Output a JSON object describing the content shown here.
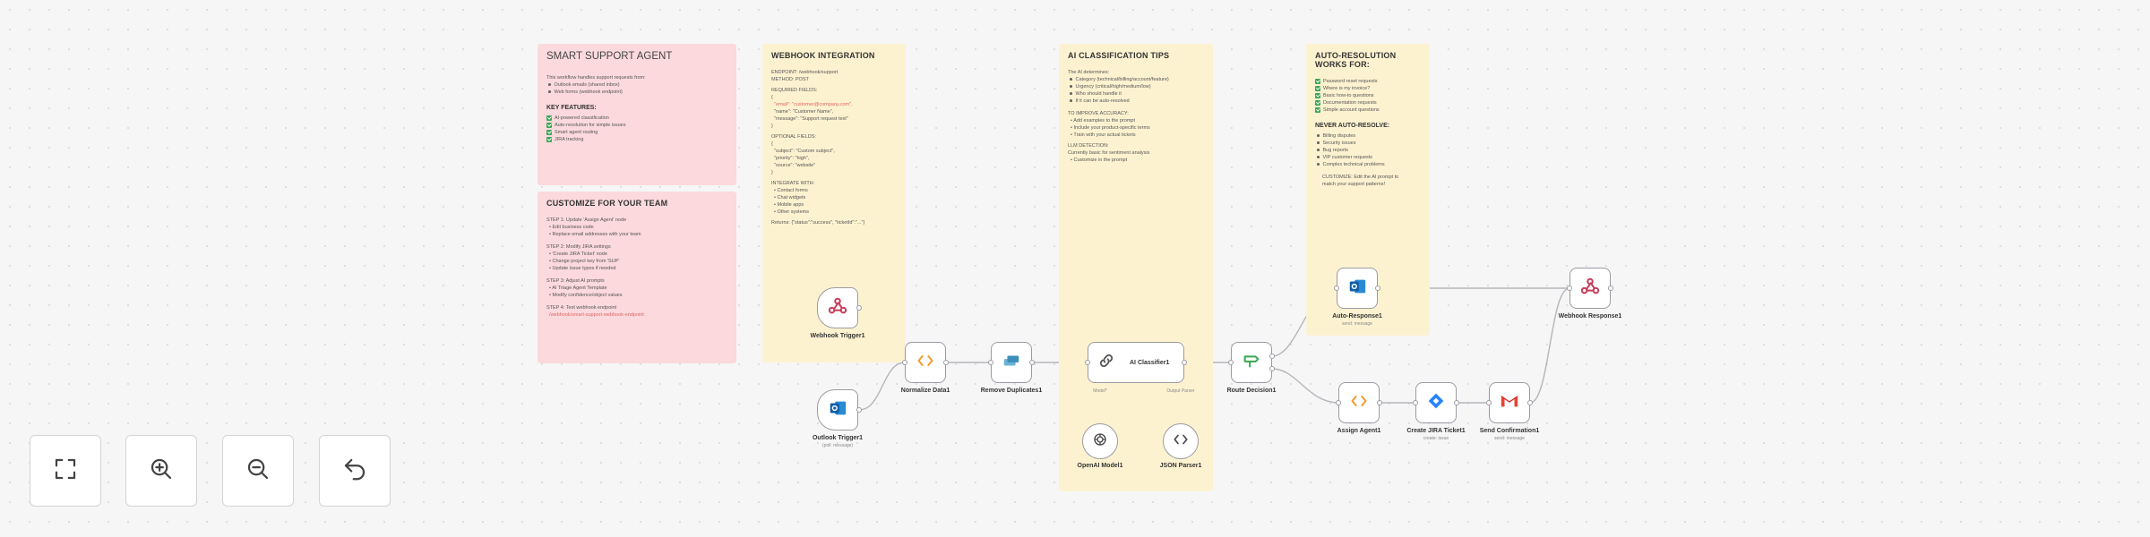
{
  "notes": {
    "smart": {
      "title": "SMART SUPPORT AGENT",
      "intro": "This workflow handles support requests from:",
      "sources": [
        "Outlook emails (shared inbox)",
        "Web forms (webhook endpoint)"
      ],
      "features_heading": "KEY FEATURES:",
      "features": [
        "AI-powered classification",
        "Auto-resolution for simple issues",
        "Smart agent routing",
        "JIRA tracking"
      ]
    },
    "customize": {
      "title": "CUSTOMIZE FOR YOUR TEAM",
      "lines": [
        "STEP 1: Update 'Assign Agent' node",
        "  • Edit business code",
        "  • Replace email addresses with your team",
        "STEP 2: Modify JIRA settings",
        "  • 'Create JIRA Ticket' node",
        "  • Change project key from 'SUP'",
        "  • Update issue types if needed",
        "STEP 3: Adjust AI prompts",
        "  • AI Triage Agent Template",
        "  • Modify confidence/object values",
        "STEP 4: Test webhook endpoint",
        "  /webhook/smart-support-webhook-endpoint"
      ]
    },
    "webhook": {
      "title": "WEBHOOK INTEGRATION",
      "lines": [
        "ENDPOINT: /webhook/support",
        "METHOD: POST",
        "",
        "REQUIRED FIELDS:",
        "{",
        "  \"email\": \"customer@company.com\",",
        "  \"name\": \"Customer Name\",",
        "  \"message\": \"Support request text\"",
        "}",
        "",
        "OPTIONAL FIELDS:",
        "{",
        "  \"subject\": \"Custom subject\",",
        "  \"priority\": \"high\",",
        "  \"source\": \"website\"",
        "}",
        "",
        "INTEGRATE WITH:",
        "  • Contact forms",
        "  • Chat widgets",
        "  • Mobile apps",
        "  • Other systems",
        "",
        "Returns: {\"status\":\"success\", \"ticketId\":\"...\"}"
      ]
    },
    "ai_tips": {
      "title": "AI CLASSIFICATION TIPS",
      "intro": "The AI determines:",
      "points": [
        "Category (technical/billing/account/feature)",
        "Urgency (critical/high/medium/low)",
        "Who should handle it",
        "If it can be auto-resolved"
      ],
      "lines": [
        "TO IMPROVE ACCURACY:",
        "  • Add examples to the prompt",
        "  • Include your product-specific terms",
        "  • Train with your actual tickets",
        "",
        "LLM DETECTION:",
        "Currently basic for sentiment analysis",
        "  • Customize in the prompt"
      ]
    },
    "auto_res": {
      "title": "AUTO-RESOLUTION WORKS FOR:",
      "works": [
        "Password reset requests",
        "Where is my invoice?",
        "Basic how-to questions",
        "Documentation requests",
        "Simple account questions"
      ],
      "never_heading": "NEVER AUTO-RESOLVE:",
      "never": [
        "Billing disputes",
        "Security issues",
        "Bug reports",
        "VIP customer requests",
        "Complex technical problems"
      ],
      "footer": [
        "CUSTOMIZE: Edit the AI prompt to",
        "match your support patterns!"
      ]
    }
  },
  "nodes": {
    "webhook_trigger": {
      "label": "Webhook Trigger1",
      "icon": "webhook-icon"
    },
    "outlook_trigger": {
      "label": "Outlook Trigger1",
      "sub": "(poll: message)",
      "icon": "outlook-icon"
    },
    "normalize": {
      "label": "Normalize Data1",
      "icon": "code-icon"
    },
    "remove_dup": {
      "label": "Remove Duplicates1",
      "icon": "remove-duplicates-icon"
    },
    "classifier": {
      "label": "AI Classifier1",
      "icon": "link-icon"
    },
    "route": {
      "label": "Route Decision1",
      "icon": "signpost-icon"
    },
    "auto_resp": {
      "label": "Auto-Response1",
      "sub": "send: message",
      "icon": "outlook-icon"
    },
    "assign": {
      "label": "Assign Agent1",
      "icon": "code-icon"
    },
    "jira": {
      "label": "Create JIRA Ticket1",
      "sub": "create: issue",
      "icon": "jira-icon"
    },
    "confirm": {
      "label": "Send Confirmation1",
      "sub": "send: message",
      "icon": "gmail-icon"
    },
    "webhook_resp": {
      "label": "Webhook Response1",
      "icon": "webhook-icon"
    },
    "openai": {
      "label": "OpenAI Model1",
      "icon": "openai-icon"
    },
    "json": {
      "label": "JSON Parser1",
      "icon": "code-icon"
    }
  },
  "port_labels": {
    "model": "Model*",
    "output_parser": "Output Parser",
    "true": "true",
    "false": "false"
  },
  "controls": {
    "fit": "fit-view-icon",
    "zoom_in": "zoom-in-icon",
    "zoom_out": "zoom-out-icon",
    "reset": "undo-icon"
  }
}
